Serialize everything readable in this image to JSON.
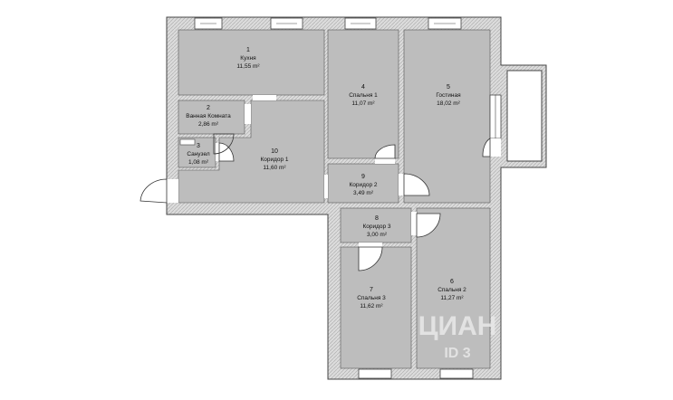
{
  "rooms": [
    {
      "id": "r1",
      "num": "1",
      "name": "Кухня",
      "area": "11,55 m²"
    },
    {
      "id": "r2",
      "num": "2",
      "name": "Ванная Комната",
      "area": "2,86 m²"
    },
    {
      "id": "r3",
      "num": "3",
      "name": "Санузел",
      "area": "1,08 m²"
    },
    {
      "id": "r4",
      "num": "4",
      "name": "Спальня 1",
      "area": "11,07 m²"
    },
    {
      "id": "r5",
      "num": "5",
      "name": "Гостиная",
      "area": "18,02 m²"
    },
    {
      "id": "r6",
      "num": "6",
      "name": "Спальня 2",
      "area": "11,27 m²"
    },
    {
      "id": "r7",
      "num": "7",
      "name": "Спальня 3",
      "area": "11,62 m²"
    },
    {
      "id": "r8",
      "num": "8",
      "name": "Коридор 3",
      "area": "3,00 m²"
    },
    {
      "id": "r9",
      "num": "9",
      "name": "Коридор 2",
      "area": "3,49 m²"
    },
    {
      "id": "r10",
      "num": "10",
      "name": "Коридор 1",
      "area": "11,60 m²"
    }
  ],
  "watermark": {
    "mark": "ЦИАН",
    "sub": "ID 3"
  },
  "colors": {
    "wall_fill": "#d8d8d8",
    "wall_stroke": "#444444",
    "room_fill": "#bdbdbd",
    "window_fill": "#ffffff"
  }
}
